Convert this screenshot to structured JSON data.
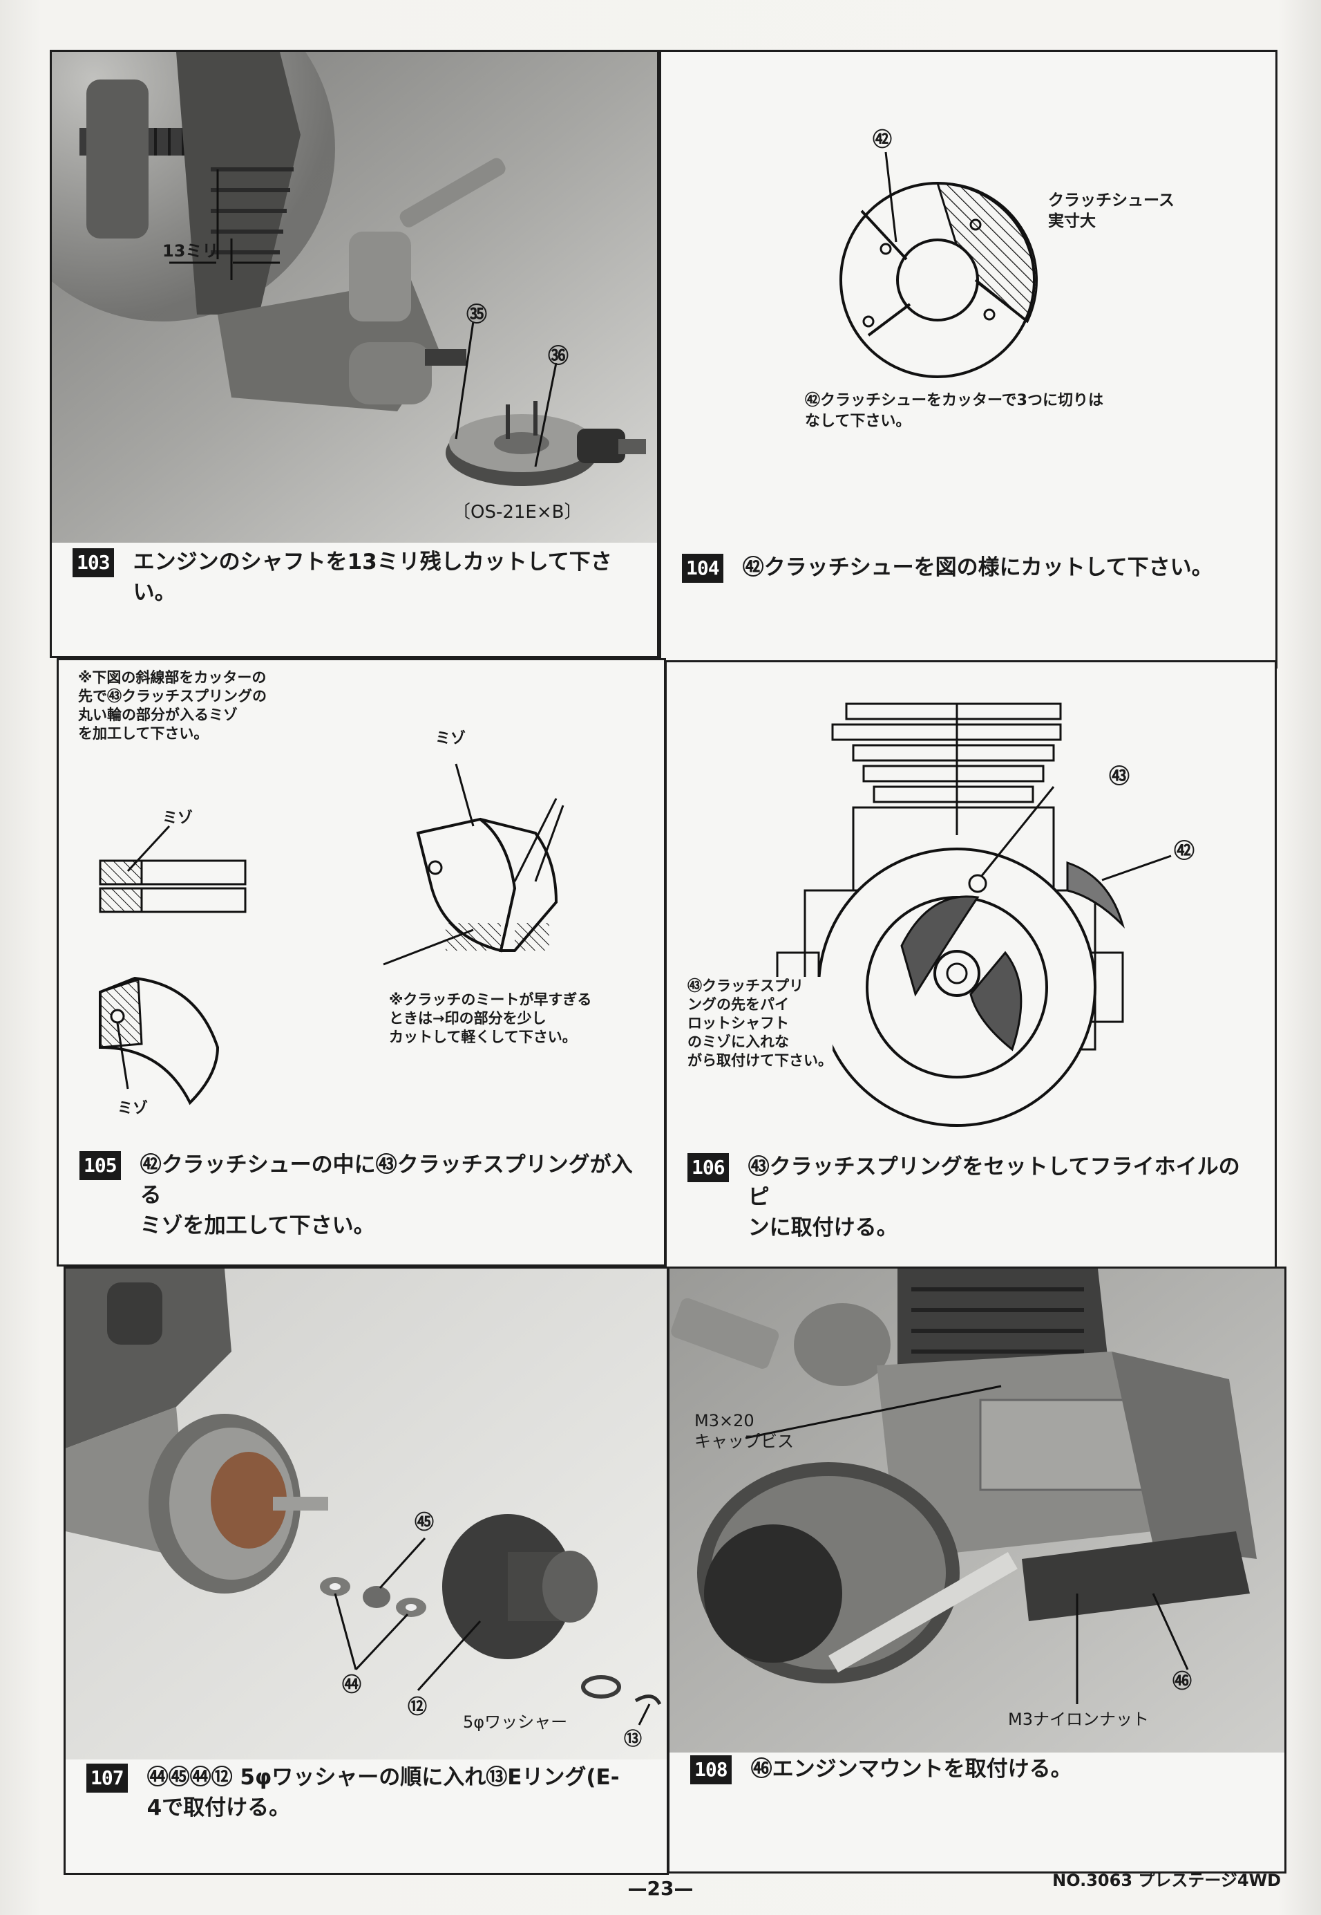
{
  "steps": [
    {
      "number": "103",
      "caption": "エンジンのシャフトを13ミリ残しカットして下さい。",
      "labels": {
        "dimension": "13ミリ",
        "part_a": "㉟",
        "part_b": "㊱",
        "model": "〔OS-21E×B〕"
      }
    },
    {
      "number": "104",
      "caption": "㊷クラッチシューを図の様にカットして下さい。",
      "labels": {
        "part": "㊷",
        "actual_size": "クラッチシュース\n実寸大",
        "note": "㊷クラッチシューをカッターで3つに切りは\nなして下さい。"
      }
    },
    {
      "number": "105",
      "caption": "㊷クラッチシューの中に㊸クラッチスプリングが入る\nミゾを加工して下さい。",
      "labels": {
        "top_note": "※下図の斜線部をカッターの\n先で㊸クラッチスプリングの\n丸い輪の部分が入るミゾ\nを加工して下さい。",
        "groove": "ミゾ",
        "bottom_note": "※クラッチのミートが早すぎる\nときは→印の部分を少し\nカットして軽くして下さい。"
      }
    },
    {
      "number": "106",
      "caption": "㊸クラッチスプリングをセットしてフライホイルのピ\nンに取付ける。",
      "labels": {
        "part_a": "㊸",
        "part_b": "㊷",
        "note": "㊸クラッチスプリ\nングの先をパイ\nロットシャフト\nのミゾに入れな\nがら取付けて下さい。"
      }
    },
    {
      "number": "107",
      "caption": "㊹㊺㊹⑫ 5φワッシャーの順に入れ⑬Eリング(E-\n4で取付ける。",
      "labels": {
        "p90": "㊺",
        "p89": "㊹",
        "p112": "⑫",
        "p125": "⑬",
        "washer": "5φワッシャー"
      }
    },
    {
      "number": "108",
      "caption": "㊻エンジンマウントを取付ける。",
      "labels": {
        "screw": "M3×20\nキャップビス",
        "nut": "M3ナイロンナット",
        "p91": "㊻"
      }
    }
  ],
  "footer": {
    "page": "—23—",
    "model": "NO.3063 プレステージ4WD"
  }
}
